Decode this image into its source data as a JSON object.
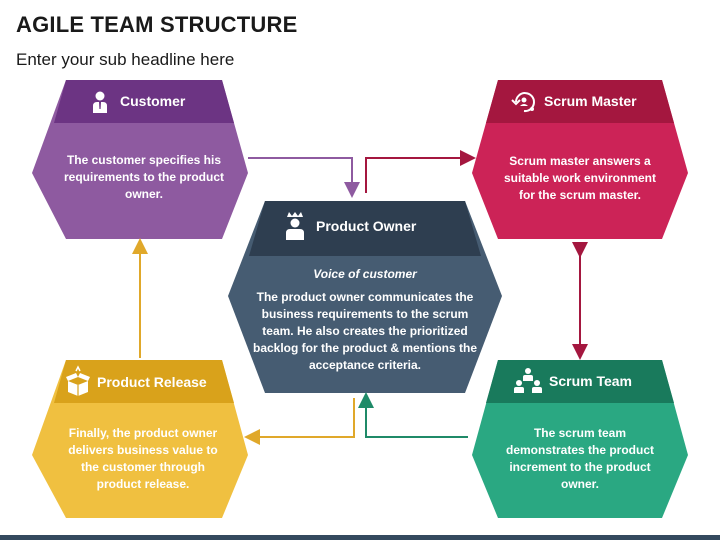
{
  "header": {
    "title": "AGILE TEAM STRUCTURE",
    "subtitle": "Enter your sub headline here"
  },
  "nodes": {
    "customer": {
      "title": "Customer",
      "text": "The customer specifies his requirements to the product owner.",
      "icon": "person-icon",
      "color_dark": "#6c3483",
      "color_light": "#8e5aa0"
    },
    "scrum_master": {
      "title": "Scrum Master",
      "text": "Scrum master answers a suitable work environment for the scrum master.",
      "icon": "scrum-cycle-icon",
      "color_dark": "#a4173f",
      "color_light": "#cc2357"
    },
    "product_owner": {
      "title": "Product Owner",
      "subtitle": "Voice of customer",
      "text": "The product owner communicates the business requirements to the scrum team. He also creates the prioritized backlog for the product & mentions the acceptance criteria.",
      "icon": "crowned-person-icon",
      "color_dark": "#2e3e50",
      "color_light": "#465c72"
    },
    "product_release": {
      "title": "Product Release",
      "text": "Finally, the product owner delivers business value to the customer through product release.",
      "icon": "open-box-icon",
      "color_dark": "#d9a21b",
      "color_light": "#f0c040"
    },
    "scrum_team": {
      "title": "Scrum Team",
      "text": "The scrum team demonstrates the product increment to the product owner.",
      "icon": "team-icon",
      "color_dark": "#197a5c",
      "color_light": "#2aa882"
    }
  }
}
